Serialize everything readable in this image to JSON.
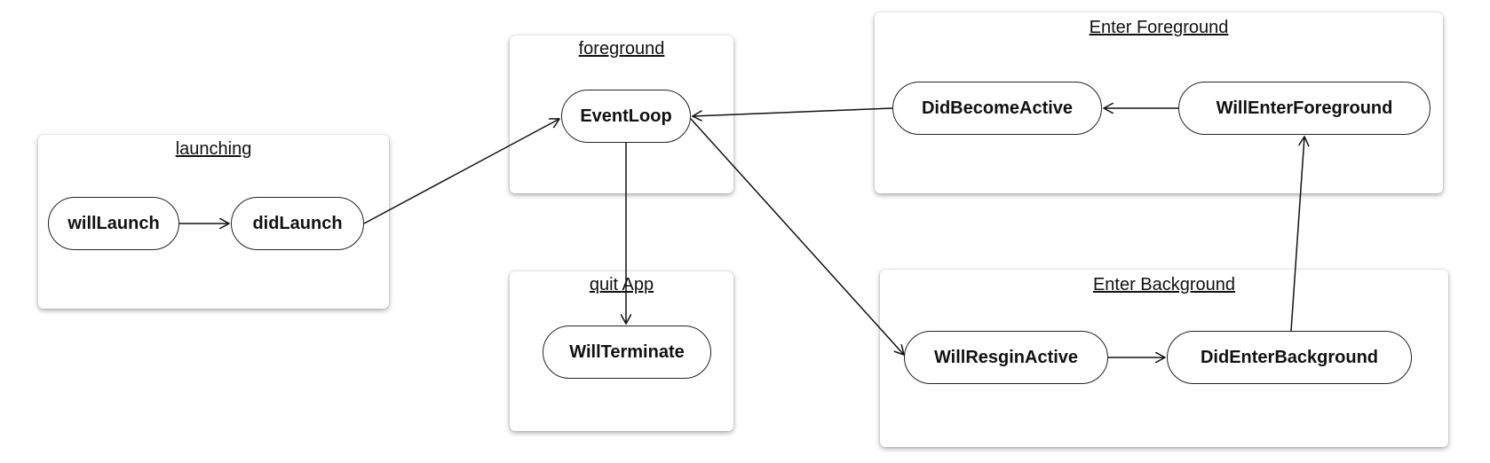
{
  "groups": {
    "launching": "launching",
    "foreground": "foreground",
    "quit_app": "quit App",
    "enter_foreground": "Enter Foreground",
    "enter_background": "Enter Background"
  },
  "nodes": {
    "will_launch": "willLaunch",
    "did_launch": "didLaunch",
    "event_loop": "EventLoop",
    "will_terminate": "WillTerminate",
    "did_become_active": "DidBecomeActive",
    "will_enter_foreground": "WillEnterForeground",
    "will_resign_active": "WillResginActive",
    "did_enter_background": "DidEnterBackground"
  }
}
